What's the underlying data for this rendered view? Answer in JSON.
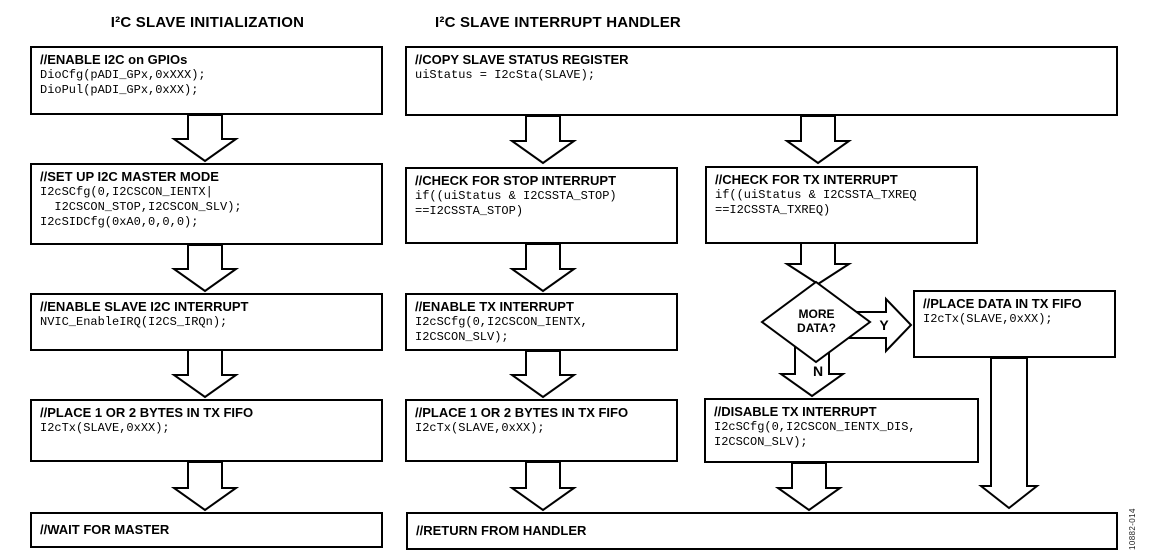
{
  "titles": {
    "left": "I²C SLAVE INITIALIZATION",
    "right": "I²C SLAVE INTERRUPT HANDLER"
  },
  "init": {
    "enable_gpio": {
      "header": "//ENABLE I2C on GPIOs",
      "code": "DioCfg(pADI_GPx,0xXXX);\nDioPul(pADI_GPx,0xXX);"
    },
    "setup_master": {
      "header": "//SET UP I2C MASTER MODE",
      "code": "I2cSCfg(0,I2CSCON_IENTX|\n  I2CSCON_STOP,I2CSCON_SLV);\nI2cSIDCfg(0xA0,0,0,0);"
    },
    "enable_irq": {
      "header": "//ENABLE SLAVE I2C INTERRUPT",
      "code": "NVIC_EnableIRQ(I2CS_IRQn);"
    },
    "place_bytes": {
      "header": "//PLACE 1 OR 2 BYTES IN TX FIFO",
      "code": "I2cTx(SLAVE,0xXX);"
    },
    "wait_master": {
      "header": "//WAIT FOR MASTER"
    }
  },
  "handler": {
    "copy_status": {
      "header": "//COPY SLAVE STATUS REGISTER",
      "code": "uiStatus = I2cSta(SLAVE);"
    },
    "check_stop": {
      "header": "//CHECK FOR STOP INTERRUPT",
      "code": "if((uiStatus & I2CSSTA_STOP)\n==I2CSSTA_STOP)"
    },
    "check_tx": {
      "header": "//CHECK FOR TX INTERRUPT",
      "code": "if((uiStatus & I2CSSTA_TXREQ\n==I2CSSTA_TXREQ)"
    },
    "enable_tx": {
      "header": "//ENABLE TX INTERRUPT",
      "code": "I2cSCfg(0,I2CSCON_IENTX,\nI2CSCON_SLV);"
    },
    "place_bytes": {
      "header": "//PLACE 1 OR 2 BYTES IN TX FIFO",
      "code": "I2cTx(SLAVE,0xXX);"
    },
    "more_data": {
      "question": "MORE\nDATA?",
      "yes": "Y",
      "no": "N"
    },
    "place_data": {
      "header": "//PLACE DATA IN TX FIFO",
      "code": "I2cTx(SLAVE,0xXX);"
    },
    "disable_tx": {
      "header": "//DISABLE TX INTERRUPT",
      "code": "I2cSCfg(0,I2CSCON_IENTX_DIS,\nI2CSCON_SLV);"
    },
    "return_handler": {
      "header": "//RETURN FROM HANDLER"
    }
  },
  "figure_code": "10882-014",
  "colors": {
    "line": "#000000",
    "background": "#ffffff",
    "text": "#000000"
  }
}
